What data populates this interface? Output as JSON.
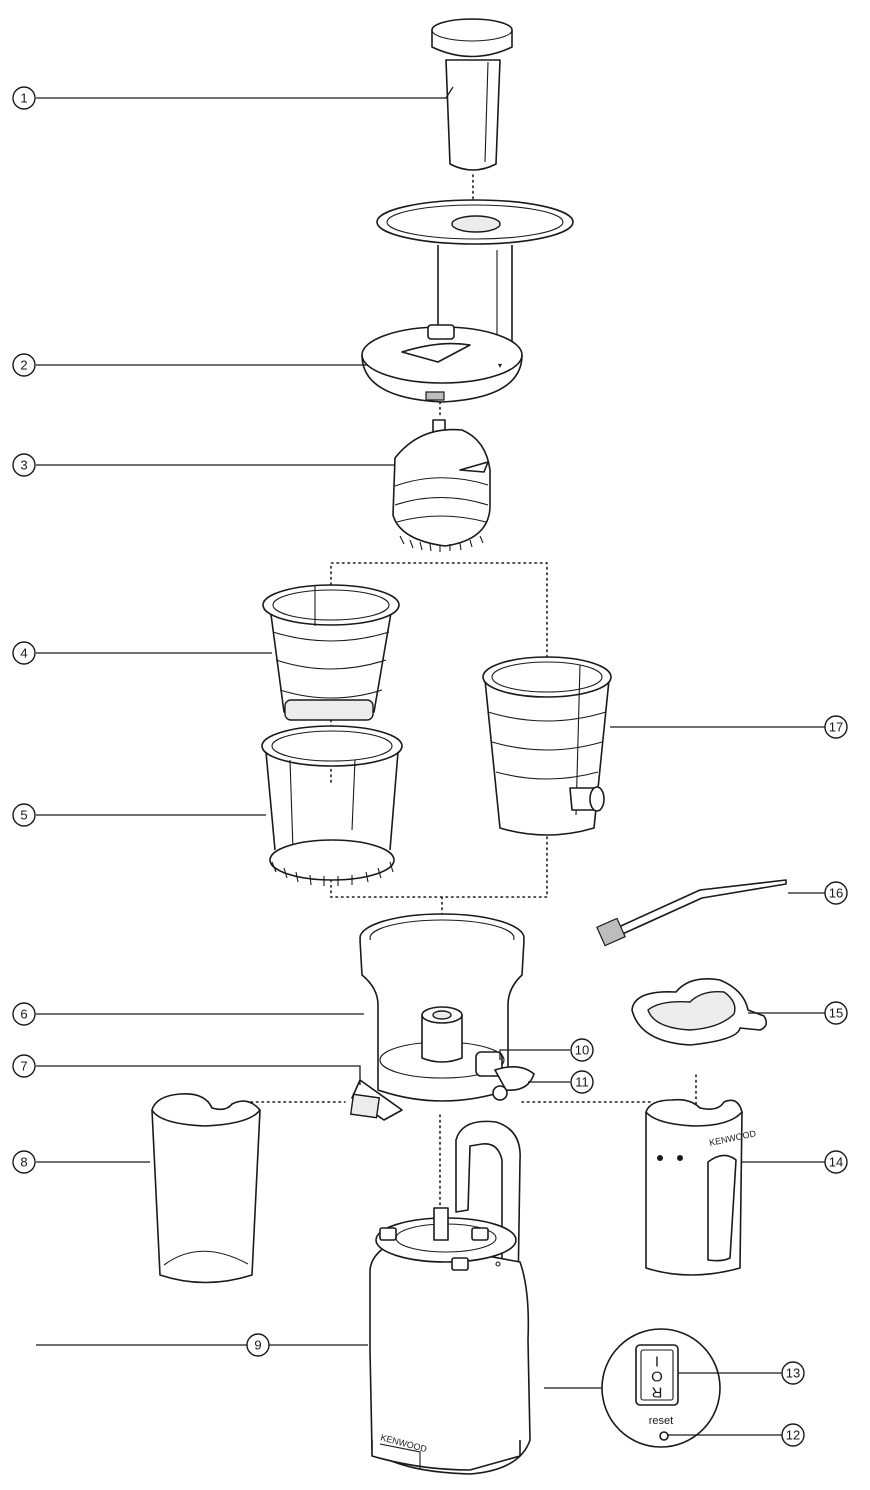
{
  "diagram": {
    "callouts": [
      {
        "id": "1",
        "label": "1"
      },
      {
        "id": "2",
        "label": "2"
      },
      {
        "id": "3",
        "label": "3"
      },
      {
        "id": "4",
        "label": "4"
      },
      {
        "id": "5",
        "label": "5"
      },
      {
        "id": "6",
        "label": "6"
      },
      {
        "id": "7",
        "label": "7"
      },
      {
        "id": "8",
        "label": "8"
      },
      {
        "id": "9",
        "label": "9"
      },
      {
        "id": "10",
        "label": "10"
      },
      {
        "id": "11",
        "label": "11"
      },
      {
        "id": "12",
        "label": "12"
      },
      {
        "id": "13",
        "label": "13"
      },
      {
        "id": "14",
        "label": "14"
      },
      {
        "id": "15",
        "label": "15"
      },
      {
        "id": "16",
        "label": "16"
      },
      {
        "id": "17",
        "label": "17"
      }
    ],
    "body_brand": "KENWOOD",
    "jug_brand": "KENWOOD",
    "switch_on": "I",
    "switch_off": "O",
    "switch_r": "R",
    "reset_label": "reset"
  }
}
